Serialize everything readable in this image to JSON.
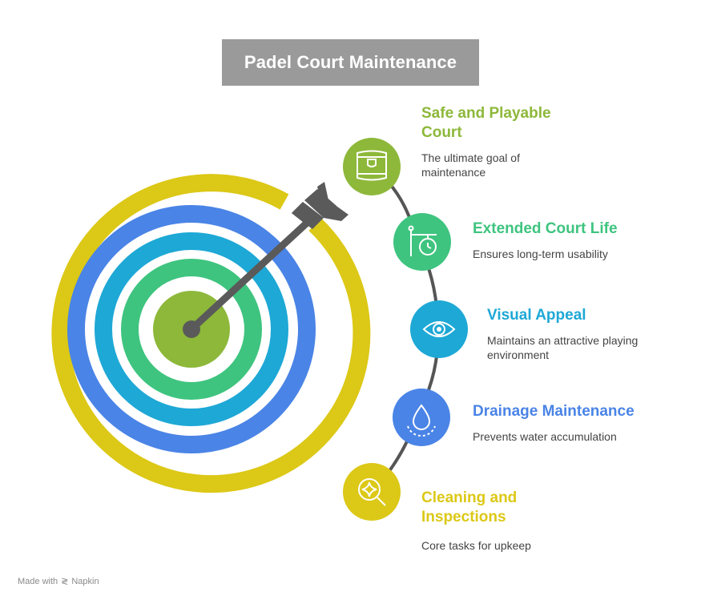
{
  "title": "Padel Court Maintenance",
  "items": [
    {
      "heading": "Safe and Playable\nCourt",
      "desc": "The ultimate goal of\nmaintenance",
      "color": "#8DB83A",
      "icon": "shield-icon"
    },
    {
      "heading": "Extended Court Life",
      "desc": "Ensures long-term usability",
      "color": "#3EC47F",
      "icon": "clock-sign-icon"
    },
    {
      "heading": "Visual Appeal",
      "desc": "Maintains an attractive playing\nenvironment",
      "color": "#1EA8D6",
      "icon": "eye-icon"
    },
    {
      "heading": "Drainage Maintenance",
      "desc": "Prevents water accumulation",
      "color": "#4A84E6",
      "icon": "water-drop-icon"
    },
    {
      "heading": "Cleaning and\nInspections",
      "desc": "Core tasks for upkeep",
      "color": "#DCC816",
      "icon": "magnifier-sparkle-icon"
    }
  ],
  "footer": {
    "made_with": "Made with",
    "brand": "Napkin"
  }
}
